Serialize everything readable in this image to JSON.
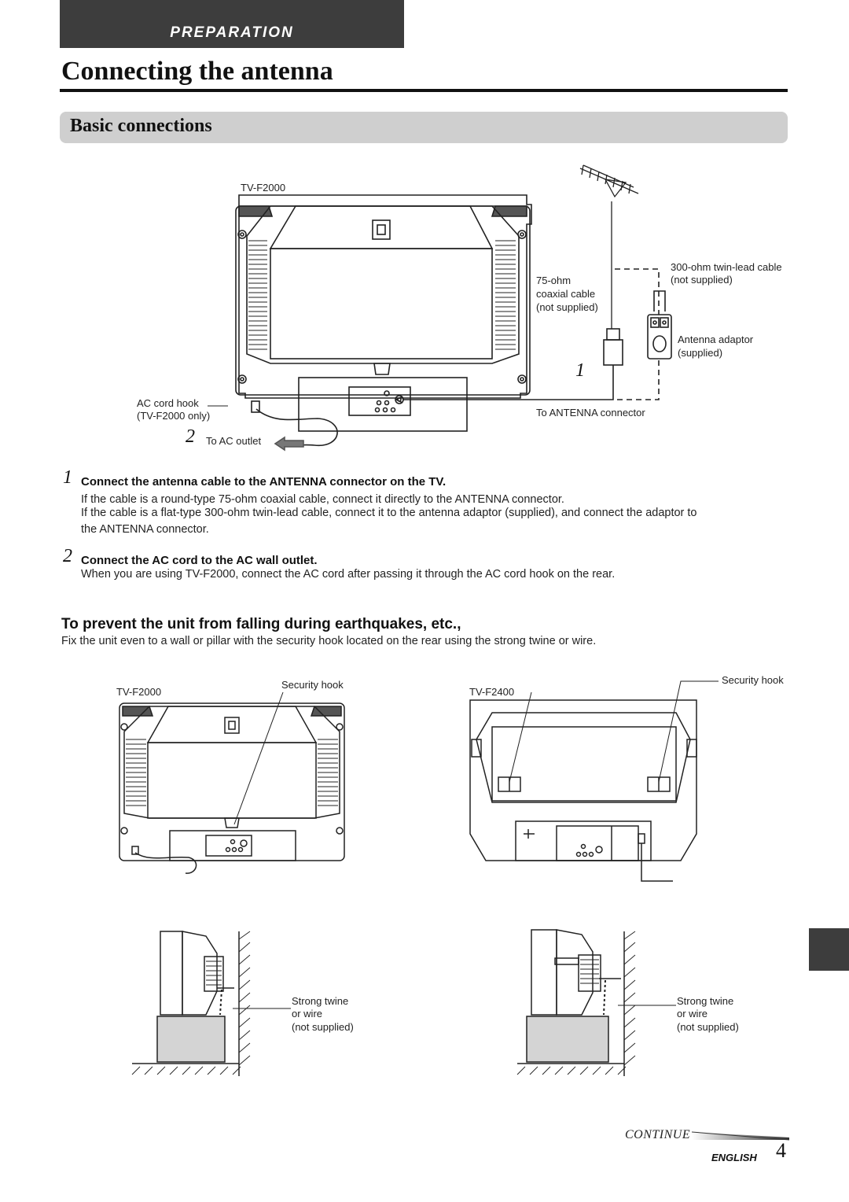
{
  "header": {
    "section": "PREPARATION",
    "title": "Connecting the antenna",
    "subtitle": "Basic connections"
  },
  "diagram1": {
    "tv_model": "TV-F2000",
    "coax_cable": [
      "75-ohm",
      "coaxial cable",
      "(not supplied)"
    ],
    "twin_lead": [
      "300-ohm twin-lead cable",
      "(not supplied)"
    ],
    "adaptor": [
      "Antenna adaptor",
      "(supplied)"
    ],
    "step1_marker": "1",
    "antenna_connector": "To ANTENNA connector",
    "cord_hook": [
      "AC cord hook",
      "(TV-F2000 only)"
    ],
    "step2_marker": "2",
    "ac_outlet": "To AC outlet"
  },
  "steps": [
    {
      "number": "1",
      "heading": "Connect the antenna cable to the ANTENNA connector on the TV.",
      "lines": [
        "If the cable is a round-type 75-ohm coaxial cable, connect it directly to the ANTENNA connector.",
        "If the cable is a flat-type 300-ohm twin-lead cable, connect it to the antenna adaptor (supplied), and connect the adaptor to",
        "the ANTENNA connector."
      ]
    },
    {
      "number": "2",
      "heading": "Connect the AC cord to the AC wall outlet.",
      "lines": [
        "When you are using TV-F2000, connect the AC cord after passing it through the AC cord hook on the rear."
      ]
    }
  ],
  "earthquake": {
    "heading": "To prevent the unit from falling during earthquakes, etc.,",
    "text": "Fix the unit even to a wall or pillar with the security hook located on the rear using the strong twine or wire."
  },
  "diagram2": {
    "left_model": "TV-F2000",
    "left_hook": "Security hook",
    "right_model": "TV-F2400",
    "right_hook": "Security hook",
    "twine_left": [
      "Strong twine",
      "or wire",
      "(not supplied)"
    ],
    "twine_right": [
      "Strong twine",
      "or wire",
      "(not supplied)"
    ]
  },
  "footer": {
    "continue": "CONTINUE",
    "language": "ENGLISH",
    "page": "4"
  }
}
